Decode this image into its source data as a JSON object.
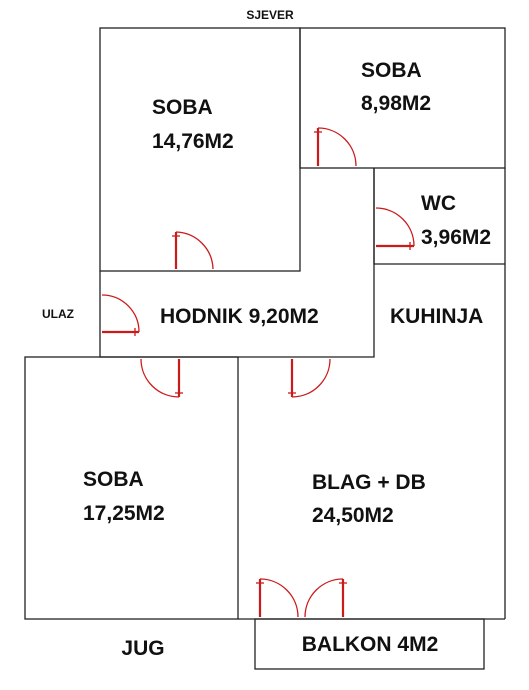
{
  "compass": {
    "north": "SJEVER",
    "south": "JUG"
  },
  "entrance": "ULAZ",
  "rooms": [
    {
      "id": "soba1",
      "name": "SOBA",
      "area": "14,76M2"
    },
    {
      "id": "soba2",
      "name": "SOBA",
      "area": "8,98M2"
    },
    {
      "id": "wc",
      "name": "WC",
      "area": "3,96M2"
    },
    {
      "id": "hodnik",
      "name": "HODNIK 9,20M2"
    },
    {
      "id": "kuhinja",
      "name": "KUHINJA"
    },
    {
      "id": "soba3",
      "name": "SOBA",
      "area": "17,25M2"
    },
    {
      "id": "blag",
      "name": "BLAG + DB",
      "area": "24,50M2"
    },
    {
      "id": "balkon",
      "name": "BALKON 4M2"
    }
  ],
  "colors": {
    "walls": "#222222",
    "doors": "#cc1a1a",
    "text": "#111111",
    "background": "#ffffff"
  }
}
